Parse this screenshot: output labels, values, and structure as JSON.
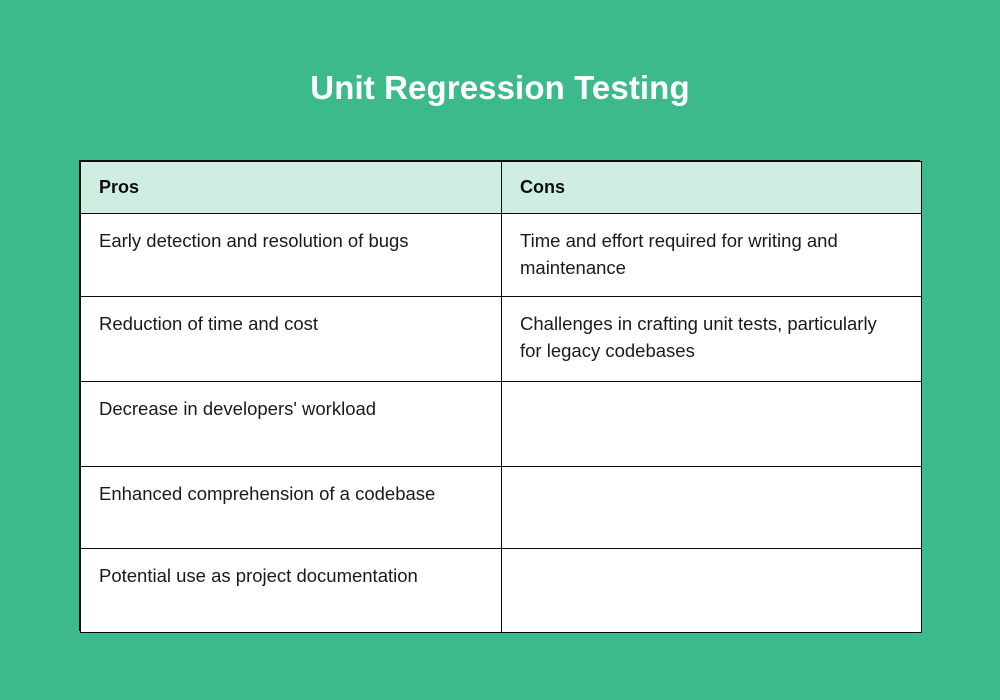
{
  "theme": {
    "background_color": "#3cba8c",
    "title_color": "#ffffff",
    "table_background": "#ffffff",
    "header_row_color": "#d0ede2",
    "border_color": "#0d0d0d",
    "body_text_color": "#1a1a1a"
  },
  "page": {
    "title": "Unit Regression Testing"
  },
  "table": {
    "headers": [
      "Pros",
      "Cons"
    ],
    "rows": [
      {
        "pros": "Early detection and resolution of bugs",
        "cons": "Time and effort required for writing and maintenance"
      },
      {
        "pros": "Reduction of time and cost",
        "cons": "Challenges in crafting unit tests, particularly for legacy codebases"
      },
      {
        "pros": "Decrease in developers' workload",
        "cons": ""
      },
      {
        "pros": "Enhanced comprehension of a codebase",
        "cons": ""
      },
      {
        "pros": "Potential use as project documentation",
        "cons": ""
      }
    ]
  }
}
